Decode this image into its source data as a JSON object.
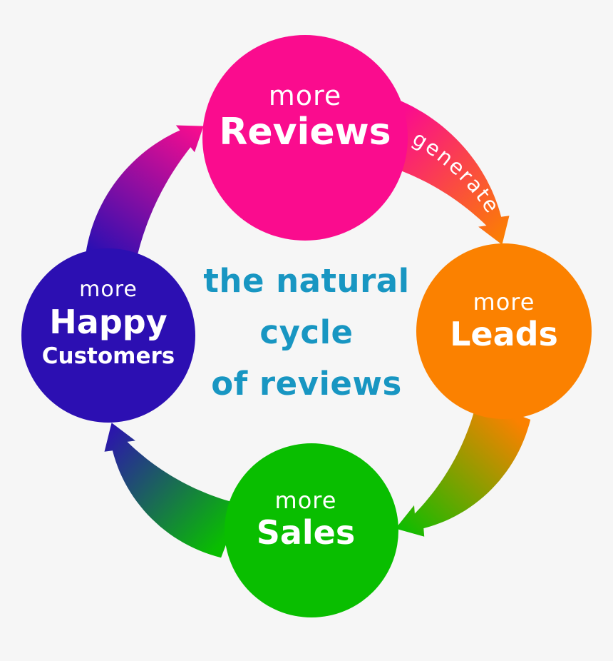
{
  "background_color": "#f6f6f6",
  "center_title": {
    "lines": [
      "the natural",
      "cycle",
      "of reviews"
    ],
    "color": "#1896c2"
  },
  "nodes": [
    {
      "id": "reviews",
      "prefix": "more",
      "label": "Reviews",
      "color": "#fa0c8e"
    },
    {
      "id": "leads",
      "prefix": "more",
      "label": "Leads",
      "color": "#fb8100"
    },
    {
      "id": "sales",
      "prefix": "more",
      "label": "Sales",
      "color": "#09be00"
    },
    {
      "id": "happy-customers",
      "prefix": "more",
      "label": "Happy",
      "label2": "Customers",
      "color": "#2c0fb2"
    }
  ],
  "arrows": [
    {
      "from": "reviews",
      "to": "leads",
      "label": "generate"
    },
    {
      "from": "leads",
      "to": "sales",
      "label": ""
    },
    {
      "from": "sales",
      "to": "happy-customers",
      "label": ""
    },
    {
      "from": "happy-customers",
      "to": "reviews",
      "label": ""
    }
  ]
}
